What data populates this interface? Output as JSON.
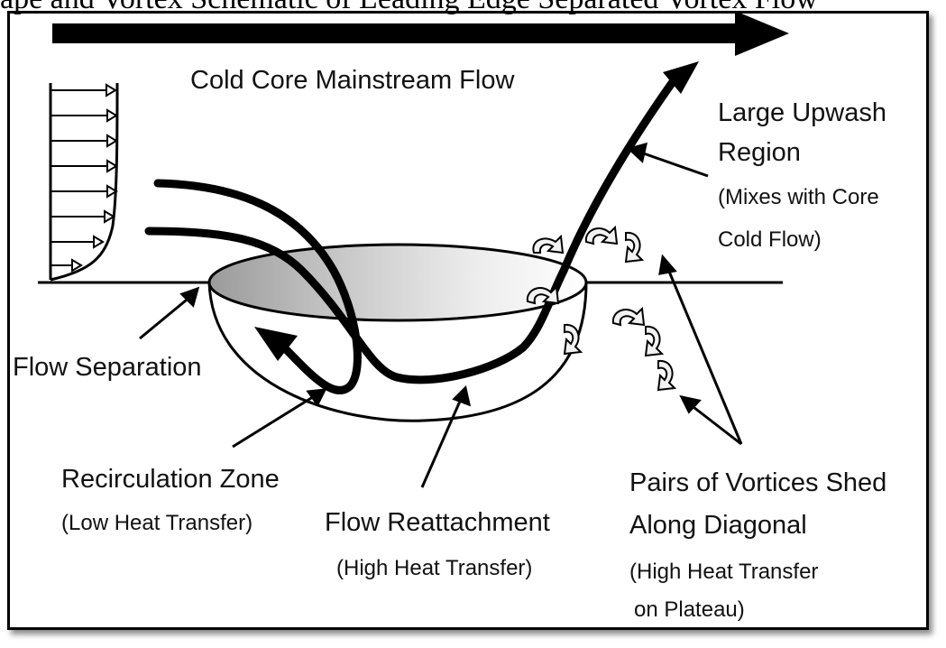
{
  "caption_fragment": "ape and Vortex Schematic of Leading Edge Separated Vortex Flow",
  "labels": {
    "mainstream": "Cold Core Mainstream Flow",
    "upwash_title_1": "Large Upwash",
    "upwash_title_2": "Region",
    "upwash_note_1": "(Mixes with Core",
    "upwash_note_2": "Cold Flow)",
    "separation": "Flow Separation",
    "recirc_title": "Recirculation Zone",
    "recirc_note": "(Low Heat Transfer)",
    "reattach_title": "Flow Reattachment",
    "reattach_note": "(High Heat Transfer)",
    "vortices_title_1": "Pairs of Vortices Shed",
    "vortices_title_2": "Along Diagonal",
    "vortices_note_1": "(High Heat Transfer",
    "vortices_note_2": "on Plateau)"
  },
  "colors": {
    "ink": "#000000",
    "dimple_shade_dark": "#8a8a8a",
    "dimple_shade_light": "#f4f4f4"
  }
}
